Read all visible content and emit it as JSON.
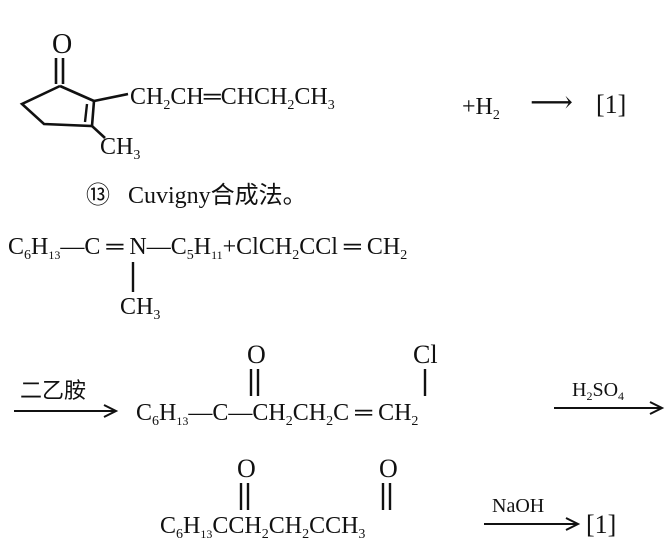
{
  "reaction1": {
    "oxygen": "O",
    "side_chain": [
      {
        "t": "CH"
      },
      {
        "t": "2",
        "sub": true
      },
      {
        "t": "CH"
      },
      {
        "t": "═",
        "bond": true
      },
      {
        "t": "CHCH"
      },
      {
        "t": "2",
        "sub": true
      },
      {
        "t": "CH"
      },
      {
        "t": "3",
        "sub": true
      }
    ],
    "methyl": [
      {
        "t": "CH"
      },
      {
        "t": "3",
        "sub": true
      }
    ],
    "reagent": [
      {
        "t": "+H"
      },
      {
        "t": "2",
        "sub": true
      }
    ],
    "arrow": "⟶",
    "product": "[1]"
  },
  "section": {
    "number": "⑬",
    "title": "Cuvigny合成法。"
  },
  "reaction2": {
    "left": [
      {
        "t": "C"
      },
      {
        "t": "6",
        "sub": true
      },
      {
        "t": "H"
      },
      {
        "t": "13",
        "sub": true
      },
      {
        "t": "—C ═ N—C"
      },
      {
        "t": "5",
        "sub": true
      },
      {
        "t": "H"
      },
      {
        "t": "11",
        "sub": true
      },
      {
        "t": "+ClCH"
      },
      {
        "t": "2",
        "sub": true
      },
      {
        "t": "CCl ═ CH"
      },
      {
        "t": "2",
        "sub": true
      }
    ],
    "methyl": [
      {
        "t": "CH"
      },
      {
        "t": "3",
        "sub": true
      }
    ]
  },
  "step1": {
    "reagent": "二乙胺",
    "oxygen": "O",
    "chlorine": "Cl",
    "formula": [
      {
        "t": "C"
      },
      {
        "t": "6",
        "sub": true
      },
      {
        "t": "H"
      },
      {
        "t": "13",
        "sub": true
      },
      {
        "t": "—C—CH"
      },
      {
        "t": "2",
        "sub": true
      },
      {
        "t": "CH"
      },
      {
        "t": "2",
        "sub": true
      },
      {
        "t": "C ═ CH"
      },
      {
        "t": "2",
        "sub": true
      }
    ],
    "arrow_reagent": [
      {
        "t": "H"
      },
      {
        "t": "2",
        "sub": true
      },
      {
        "t": "SO"
      },
      {
        "t": "4",
        "sub": true
      }
    ]
  },
  "step2": {
    "oxygen1": "O",
    "oxygen2": "O",
    "formula": [
      {
        "t": "C"
      },
      {
        "t": "6",
        "sub": true
      },
      {
        "t": "H"
      },
      {
        "t": "13",
        "sub": true
      },
      {
        "t": "CCH"
      },
      {
        "t": "2",
        "sub": true
      },
      {
        "t": "CH"
      },
      {
        "t": "2",
        "sub": true
      },
      {
        "t": "CCH"
      },
      {
        "t": "3",
        "sub": true
      }
    ],
    "arrow_reagent": "NaOH",
    "product": "[1]"
  }
}
